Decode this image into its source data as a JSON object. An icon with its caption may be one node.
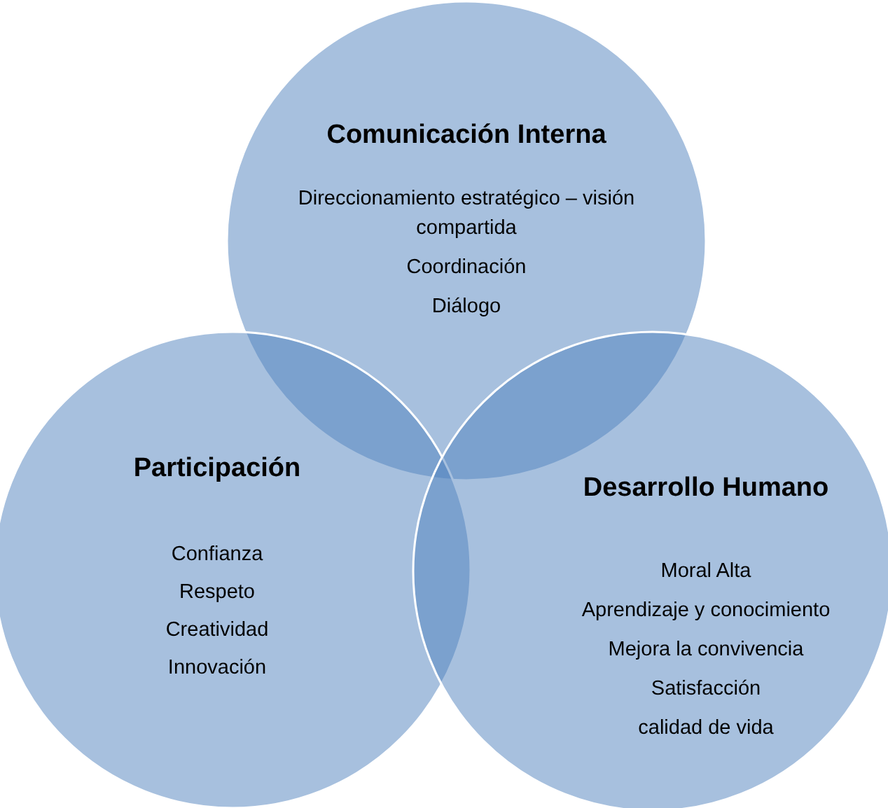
{
  "diagram": {
    "nodes": [
      {
        "text": [
          "Comunicación Interna",
          "Direccionamiento estratégico – visión compartida",
          "Coordinación",
          "Diálogo"
        ]
      },
      {
        "text": [
          "Participación",
          "Confianza",
          "Respeto",
          "Creatividad",
          "Innovación"
        ]
      },
      {
        "text": [
          "Desarrollo Humano",
          "Moral Alta",
          "Aprendizaje y conocimiento",
          "Mejora la convivencia",
          "Satisfacción",
          "calidad de vida"
        ]
      }
    ]
  }
}
